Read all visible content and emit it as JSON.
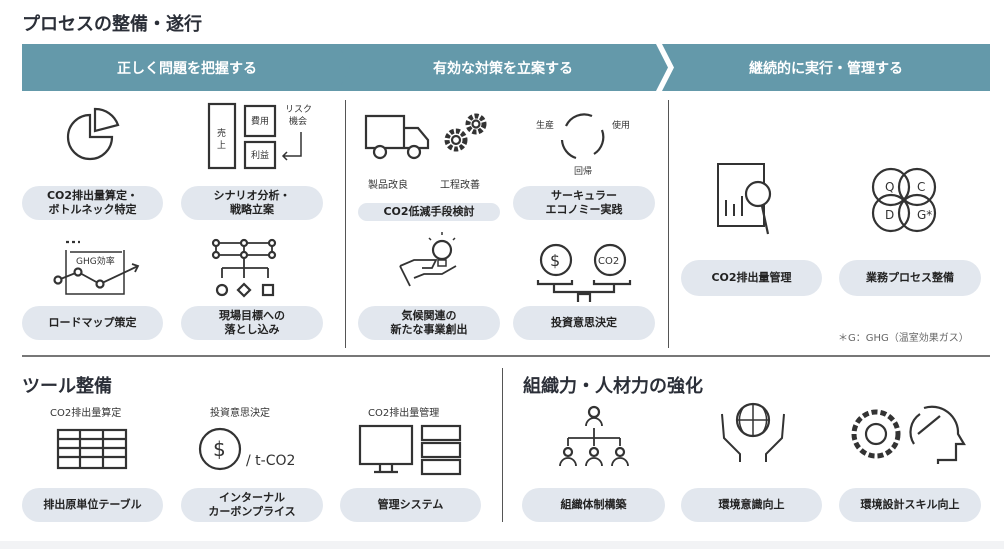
{
  "title": "プロセスの整備・遂行",
  "steps": [
    "正しく問題を把握する",
    "有効な対策を立案する",
    "継続的に実行・管理する"
  ],
  "col1": {
    "pills": [
      "CO2排出量算定・\nボトルネック特定",
      "シナリオ分析・\n戦略立案",
      "ロードマップ策定",
      "現場目標への\n落とし込み"
    ],
    "icon_text": {
      "sales": "売上",
      "cost": "費用",
      "profit": "利益",
      "risk": "リスク\n機会",
      "ghg": "GHG効率"
    }
  },
  "col2": {
    "pills": [
      "CO2低減手段検討",
      "サーキュラー\nエコノミー実践",
      "気候関連の\n新たな事業創出",
      "投資意思決定"
    ],
    "labels": [
      "製品改良",
      "工程改善"
    ],
    "cycle": {
      "produce": "生産",
      "use": "使用",
      "return": "回帰"
    },
    "co2": "CO2"
  },
  "col3": {
    "pills": [
      "CO2排出量管理",
      "業務プロセス整備"
    ],
    "qcdg": [
      "Q",
      "C",
      "D",
      "G*"
    ],
    "note": "＊G：GHG（温室効果ガス）"
  },
  "tools": {
    "title": "ツール整備",
    "captions": [
      "CO2排出量算定",
      "投資意思決定",
      "CO2排出量管理"
    ],
    "pills": [
      "排出原単位テーブル",
      "インターナル\nカーボンプライス",
      "管理システム"
    ],
    "unit": "/ t-CO2"
  },
  "org": {
    "title": "組織力・人材力の強化",
    "pills": [
      "組織体制構築",
      "環境意識向上",
      "環境設計スキル向上"
    ]
  },
  "colors": {
    "banner": "#6499aa",
    "pill": "#e2e7ee"
  }
}
